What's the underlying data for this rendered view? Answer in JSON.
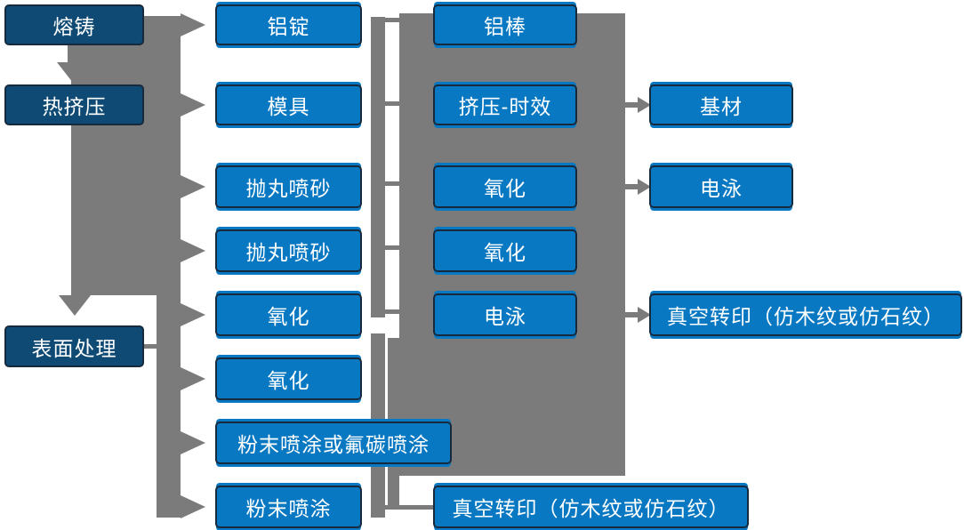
{
  "colors": {
    "darkBox": "#0e4a74",
    "lightBox": "#0878c2",
    "gray": "#7b7b7b",
    "boxBorder": "#17293c",
    "textWhite": "#ffffff",
    "bg": "#ffffff"
  },
  "nodes": {
    "melting_casting": {
      "label": "熔铸"
    },
    "hot_extrusion": {
      "label": "热挤压"
    },
    "surface_treatment": {
      "label": "表面处理"
    },
    "aluminum_ingot": {
      "label": "铝锭"
    },
    "mold": {
      "label": "模具"
    },
    "shot_blasting_1": {
      "label": "抛丸喷砂"
    },
    "shot_blasting_2": {
      "label": "抛丸喷砂"
    },
    "oxidation_1": {
      "label": "氧化"
    },
    "oxidation_2": {
      "label": "氧化"
    },
    "powder_or_fluorocarbon": {
      "label": "粉末喷涂或氟碳喷涂"
    },
    "powder_coating": {
      "label": "粉末喷涂"
    },
    "aluminum_rod": {
      "label": "铝棒"
    },
    "extrusion_aging": {
      "label": "挤压-时效"
    },
    "oxidation_3": {
      "label": "氧化"
    },
    "oxidation_4": {
      "label": "氧化"
    },
    "electrophoresis_1": {
      "label": "电泳"
    },
    "vacuum_transfer_1": {
      "label": "真空转印（仿木纹或仿石纹）"
    },
    "base_material": {
      "label": "基材"
    },
    "electrophoresis_2": {
      "label": "电泳"
    },
    "vacuum_transfer_2": {
      "label": "真空转印（仿木纹或仿石纹）"
    }
  }
}
